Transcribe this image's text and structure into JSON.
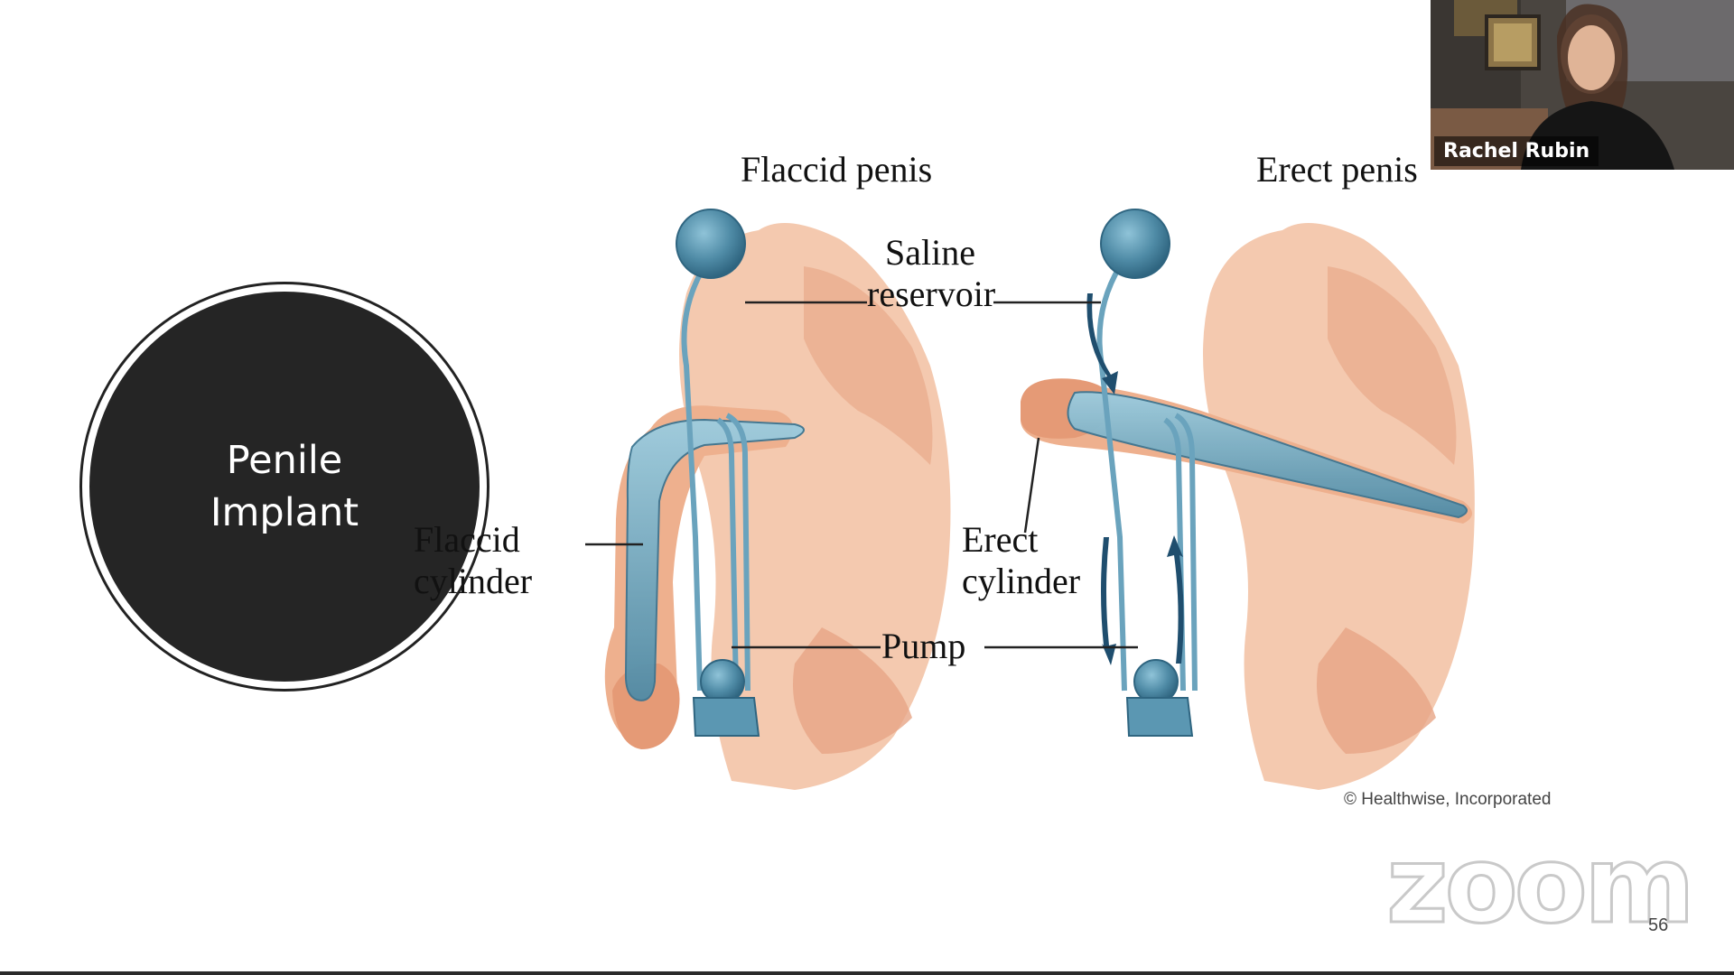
{
  "slide": {
    "title_line1": "Penile",
    "title_line2": "Implant",
    "slide_number": "56",
    "watermark": "zoom"
  },
  "diagram": {
    "heading_left": "Flaccid penis",
    "heading_right": "Erect penis",
    "label_reservoir_line1": "Saline",
    "label_reservoir_line2": "reservoir",
    "label_flaccid_cylinder_line1": "Flaccid",
    "label_flaccid_cylinder_line2": "cylinder",
    "label_erect_cylinder_line1": "Erect",
    "label_erect_cylinder_line2": "cylinder",
    "label_pump": "Pump",
    "copyright": "© Healthwise, Incorporated"
  },
  "video": {
    "participant_name": "Rachel Rubin"
  },
  "colors": {
    "skin": "#f3c3a6",
    "skin_dark": "#e29a78",
    "implant": "#6aa3bd",
    "implant_dark": "#3c7591",
    "circle_fill": "#252525"
  }
}
